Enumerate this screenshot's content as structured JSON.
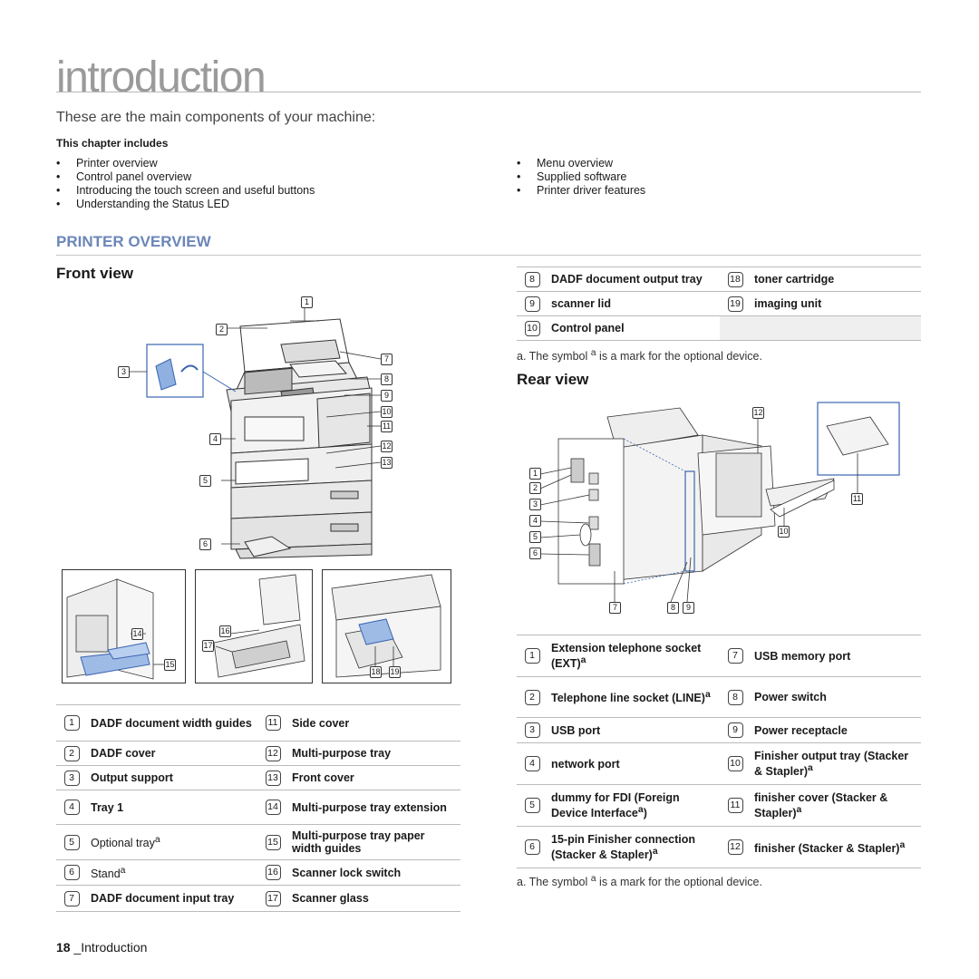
{
  "header": {
    "chapter_title": "introduction",
    "intro_text": "These are the main components of your machine:"
  },
  "chapter_includes": {
    "heading": "This chapter includes",
    "left_items": [
      "Printer overview",
      "Control panel overview",
      "Introducing the touch screen and useful buttons",
      "Understanding the Status LED"
    ],
    "right_items": [
      "Menu overview",
      "Supplied software",
      "Printer driver features"
    ]
  },
  "section": {
    "title": "PRINTER OVERVIEW",
    "front_view_title": "Front view",
    "rear_view_title": "Rear view"
  },
  "front_legend": {
    "left": [
      {
        "num": "1",
        "label": "DADF document width guides"
      },
      {
        "num": "2",
        "label": "DADF cover"
      },
      {
        "num": "3",
        "label": "Output support"
      },
      {
        "num": "4",
        "label": "Tray 1"
      },
      {
        "num": "5",
        "label": "Optional tray",
        "sup": "a",
        "light": true
      },
      {
        "num": "6",
        "label": "Stand",
        "sup": "a",
        "light": true
      },
      {
        "num": "7",
        "label": "DADF document input tray"
      }
    ],
    "right": [
      {
        "num": "11",
        "label": "Side cover"
      },
      {
        "num": "12",
        "label": "Multi-purpose tray"
      },
      {
        "num": "13",
        "label": "Front cover"
      },
      {
        "num": "14",
        "label": "Multi-purpose tray extension"
      },
      {
        "num": "15",
        "label": "Multi-purpose tray paper width guides"
      },
      {
        "num": "16",
        "label": "Scanner lock switch"
      },
      {
        "num": "17",
        "label": "Scanner glass"
      }
    ],
    "continued": [
      {
        "num": "8",
        "label": "DADF document output tray",
        "num2": "18",
        "label2": "toner cartridge"
      },
      {
        "num": "9",
        "label": "scanner lid",
        "num2": "19",
        "label2": "imaging unit"
      },
      {
        "num": "10",
        "label": "Control panel",
        "num2": "",
        "label2": ""
      }
    ],
    "footnote_pre": "a. The symbol ",
    "footnote_sup": "a",
    "footnote_post": " is a mark for the optional device."
  },
  "rear_legend": {
    "rows": [
      {
        "num": "1",
        "label": "Extension telephone socket (EXT)",
        "sup": "a",
        "num2": "7",
        "label2": "USB memory port",
        "sup2": ""
      },
      {
        "num": "2",
        "label": "Telephone line socket (LINE)",
        "sup": "a",
        "num2": "8",
        "label2": "Power switch",
        "sup2": ""
      },
      {
        "num": "3",
        "label": "USB port",
        "sup": "",
        "num2": "9",
        "label2": "Power receptacle",
        "sup2": ""
      },
      {
        "num": "4",
        "label": "network port",
        "sup": "",
        "num2": "10",
        "label2": "Finisher output tray (Stacker & Stapler)",
        "sup2": "a"
      },
      {
        "num": "5",
        "label": "dummy for FDI (Foreign Device Interface",
        "sup": "a",
        "tail": ")",
        "num2": "11",
        "label2": "finisher cover (Stacker & Stapler)",
        "sup2": "a"
      },
      {
        "num": "6",
        "label": "15-pin Finisher connection (Stacker & Stapler)",
        "sup": "a",
        "num2": "12",
        "label2": "finisher (Stacker & Stapler)",
        "sup2": "a"
      }
    ],
    "footnote_pre": "a. The symbol ",
    "footnote_sup": "a",
    "footnote_post": " is a mark for the optional device."
  },
  "front_figure_callouts": [
    "1",
    "2",
    "3",
    "4",
    "5",
    "6",
    "7",
    "8",
    "9",
    "10",
    "11",
    "12",
    "13"
  ],
  "detail_callouts": [
    "14",
    "15",
    "16",
    "17",
    "18",
    "19"
  ],
  "rear_figure_callouts": [
    "1",
    "2",
    "3",
    "4",
    "5",
    "6",
    "7",
    "8",
    "9",
    "10",
    "11",
    "12"
  ],
  "footer": {
    "page_number": "18",
    "page_label": "_Introduction"
  },
  "colors": {
    "heading_blue": "#6b86b9",
    "callout_blue": "#3a64b0",
    "title_gray": "#9a9a9a"
  }
}
